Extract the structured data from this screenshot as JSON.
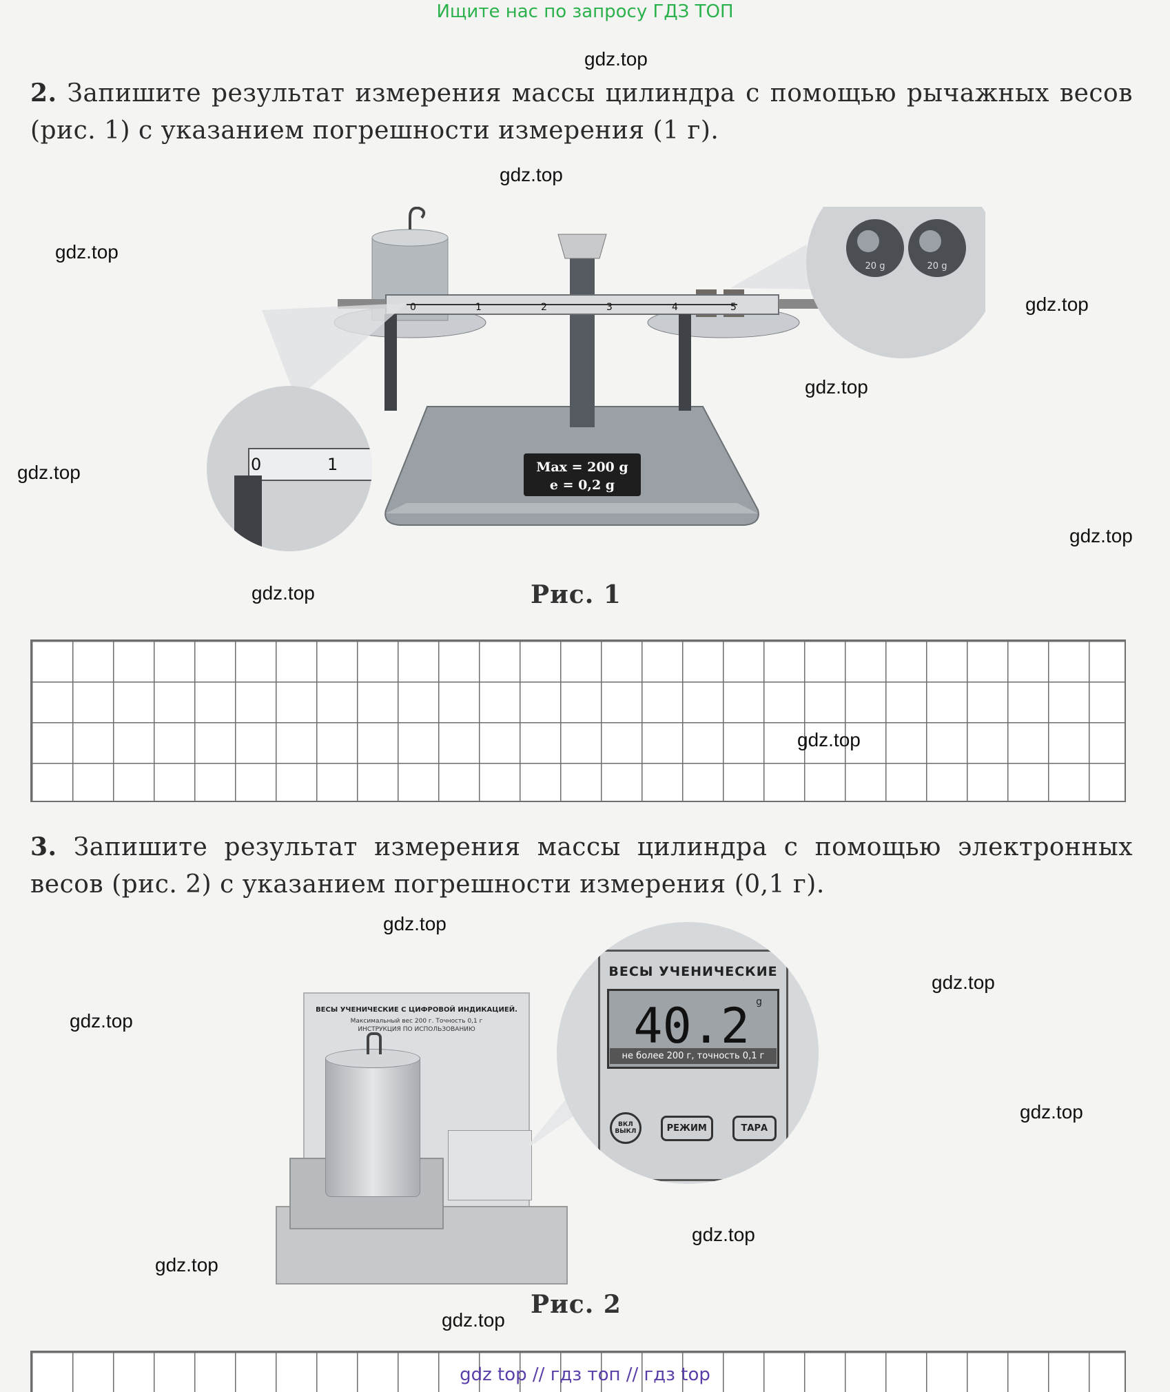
{
  "banner": "Ищите нас по запросу ГДЗ ТОП",
  "watermark": "gdz.top",
  "task2": {
    "number": "2.",
    "text": "Запишите результат измерения массы цилиндра с помощью рычажных весов (рис. 1) с указанием погрешности измерения (1 г)."
  },
  "figure1": {
    "caption": "Рис. 1",
    "plate_line1": "Max = 200 g",
    "plate_line2": "e = 0,2 g",
    "weight_label": "20 g",
    "scale_ticks": [
      "0",
      "1",
      "2",
      "3",
      "4",
      "5"
    ]
  },
  "task3": {
    "number": "3.",
    "text": "Запишите результат измерения массы цилиндра с помощью электронных весов (рис. 2) с указанием погрешности измерения (0,1 г)."
  },
  "figure2": {
    "caption": "Рис. 2",
    "device_title": "ВЕСЫ УЧЕНИЧЕСКИЕ",
    "display_value": "40.2",
    "display_unit": "g",
    "spec": "не более 200 г, точность 0,1 г",
    "btn_power": "ВКЛ ВЫКЛ",
    "btn_mode": "РЕЖИМ",
    "btn_tare": "ТАРА",
    "lid_title": "ВЕСЫ УЧЕНИЧЕСКИЕ С ЦИФРОВОЙ ИНДИКАЦИЕЙ.",
    "lid_sub": "Максимальный вес 200 г. Точность 0,1 г",
    "lid_sub2": "ИНСТРУКЦИЯ ПО ИСПОЛЬЗОВАНИЮ"
  },
  "footer": "gdz top  //  гдз топ  //  гдз top",
  "colors": {
    "banner": "#2bb24c",
    "footer": "#5a3fa8",
    "grid": "#6e6e6e"
  }
}
